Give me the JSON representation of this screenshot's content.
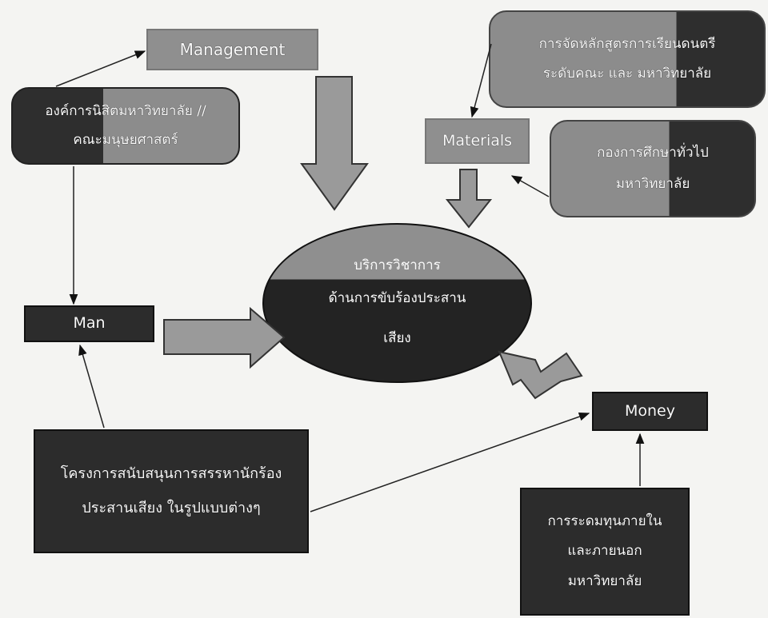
{
  "management": {
    "label": "Management"
  },
  "organization": {
    "lines": [
      "องค์การนิสิตมหาวิทยาลัย //",
      "คณะมนุษยศาสตร์"
    ]
  },
  "curriculum": {
    "lines": [
      "การจัดหลักสูตรการเรียนดนตรี",
      "ระดับคณะ และ มหาวิทยาลัย"
    ]
  },
  "materials": {
    "label": "Materials"
  },
  "general_education": {
    "lines": [
      "กองการศึกษาทั่วไป",
      "มหาวิทยาลัย"
    ]
  },
  "center": {
    "lines": [
      "บริการวิชาการ",
      "ด้านการขับร้องประสาน",
      "เสียง"
    ]
  },
  "man": {
    "label": "Man"
  },
  "money": {
    "label": "Money"
  },
  "project": {
    "lines": [
      "โครงการสนับสนุนการสรรหานักร้อง",
      "ประสานเสียง ในรูปแบบต่างๆ"
    ]
  },
  "fundraising": {
    "lines": [
      "การระดมทุนภายใน",
      "และภายนอก",
      "มหาวิทยาลัย"
    ]
  },
  "colors": {
    "dark": "#2c2c2c",
    "gray": "#8f8f8f",
    "background": "#f4f4f2"
  }
}
